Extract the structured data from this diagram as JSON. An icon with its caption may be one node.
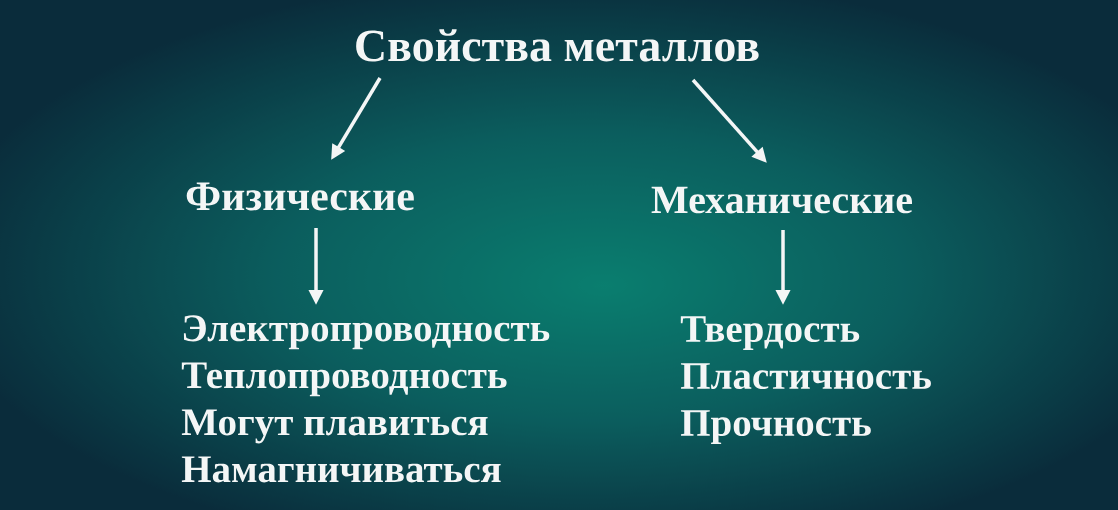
{
  "diagram": {
    "nodes": [
      {
        "text": [
          "Свойства металлов"
        ]
      },
      {
        "text": [
          "Физические"
        ]
      },
      {
        "text": [
          "Механические"
        ]
      },
      {
        "text": [
          "Электропроводность",
          "Теплопроводность",
          "Могут плавиться",
          "Намагничиваться"
        ]
      },
      {
        "text": [
          "Твердость",
          "Пластичность",
          "Прочность"
        ]
      }
    ],
    "edges": [
      {
        "from": 0,
        "to": 1,
        "arrow": "to"
      },
      {
        "from": 0,
        "to": 2,
        "arrow": "to"
      },
      {
        "from": 1,
        "to": 3,
        "arrow": "to"
      },
      {
        "from": 2,
        "to": 4,
        "arrow": "to"
      }
    ]
  }
}
